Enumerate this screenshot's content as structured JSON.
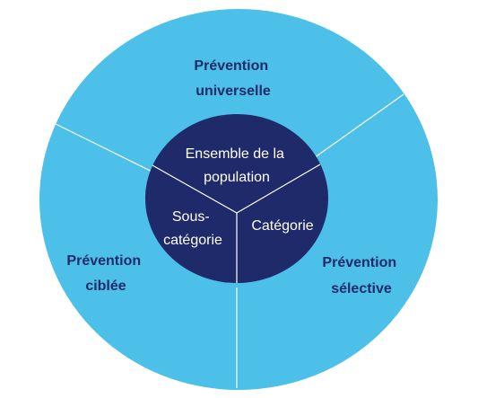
{
  "colors": {
    "outer_fill": "#4cc0e8",
    "inner_fill": "#1f2a6b",
    "outer_text": "#1f2a6b",
    "inner_text": "#ffffff",
    "divider": "#ffffff"
  },
  "outer_segments": [
    {
      "lines": [
        "Prévention",
        "universelle"
      ]
    },
    {
      "lines": [
        "Prévention",
        "sélective"
      ]
    },
    {
      "lines": [
        "Prévention",
        "ciblée"
      ]
    }
  ],
  "inner_segments": [
    {
      "lines": [
        "Ensemble de la",
        "population"
      ]
    },
    {
      "lines": [
        "Catégorie"
      ]
    },
    {
      "lines": [
        "Sous-",
        "catégorie"
      ]
    }
  ]
}
